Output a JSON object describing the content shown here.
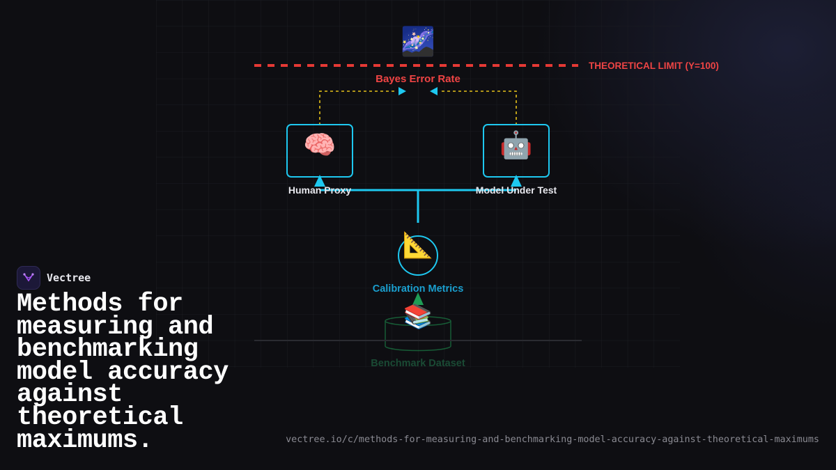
{
  "diagram": {
    "limit_label": "THEORETICAL LIMIT (Y=100)",
    "bayes_label": "Bayes Error Rate",
    "nodes": {
      "human_proxy": "Human Proxy",
      "model_under_test": "Model Under Test",
      "calibration_metrics": "Calibration Metrics",
      "benchmark_dataset": "Benchmark Dataset"
    },
    "icons": {
      "galaxy": "🌌",
      "brain": "🧠",
      "robot": "🤖",
      "triangle_ruler": "📐",
      "books": "📚"
    },
    "colors": {
      "limit": "#e53935",
      "connector": "#1ec8f0",
      "dotted": "#e6c21a",
      "calibration_label": "#1a9fcf",
      "dataset": "#1f9d55"
    }
  },
  "brand": {
    "name": "Vectree"
  },
  "headline": "Methods for measuring and benchmarking model accuracy against theoretical maximums.",
  "footer": {
    "url": "vectree.io/c/methods-for-measuring-and-benchmarking-model-accuracy-against-theoretical-maximums"
  }
}
